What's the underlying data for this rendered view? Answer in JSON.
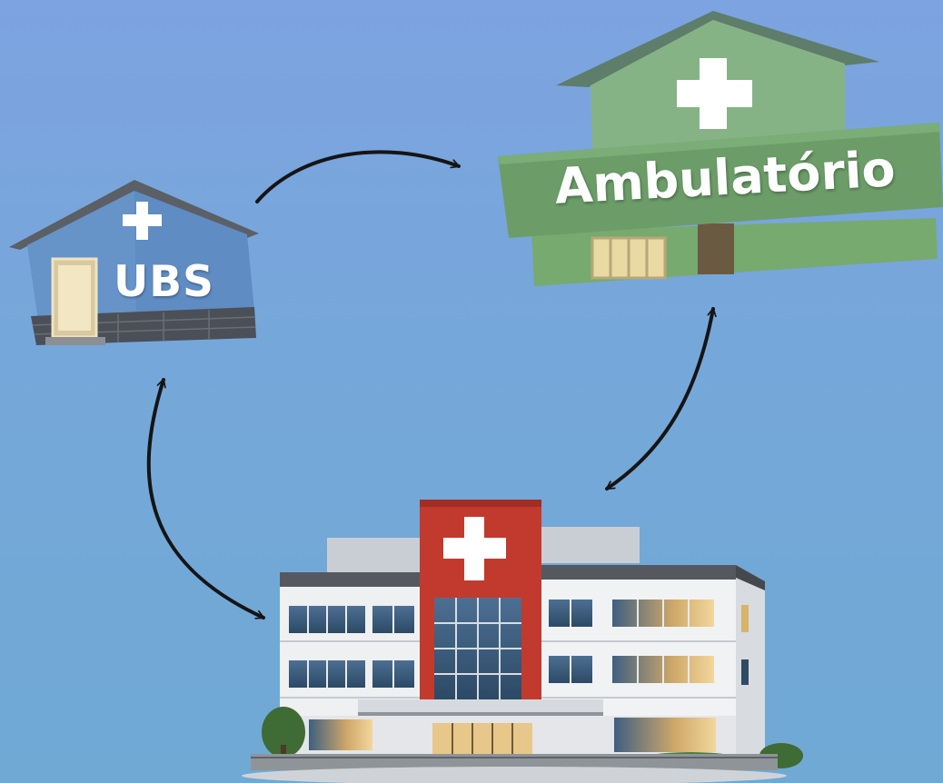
{
  "nodes": {
    "ubs": {
      "label": "UBS"
    },
    "ambulatorio": {
      "label": "Ambulatório"
    },
    "hospital": {
      "label": ""
    }
  },
  "connections": [
    {
      "from": "ubs",
      "to": "ambulatorio",
      "direction": "one-way"
    },
    {
      "from": "ubs",
      "to": "hospital",
      "direction": "two-way"
    },
    {
      "from": "ambulatorio",
      "to": "hospital",
      "direction": "two-way"
    }
  ],
  "colors": {
    "background_top": "#7da3e0",
    "background_bottom": "#6fa9d4",
    "ubs_wall": "#5f8cc2",
    "ambulatorio_wall": "#7fae7c",
    "hospital_accent": "#c23a2e",
    "arrow": "#151515"
  }
}
